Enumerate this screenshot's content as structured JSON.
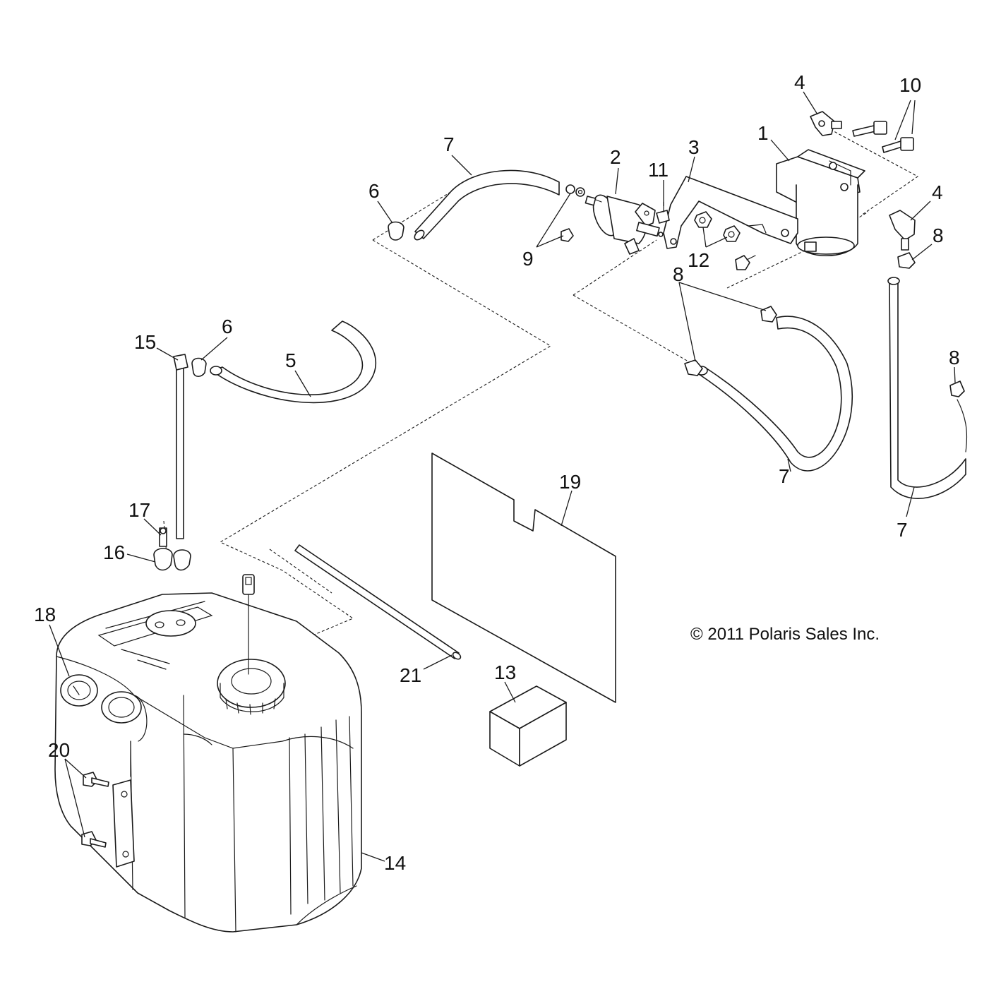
{
  "diagram": {
    "copyright": "© 2011 Polaris Sales Inc.",
    "callouts": {
      "c1": "1",
      "c2": "2",
      "c3": "3",
      "c4a": "4",
      "c4b": "4",
      "c5": "5",
      "c6a": "6",
      "c6b": "6",
      "c7a": "7",
      "c7b": "7",
      "c7c": "7",
      "c8a": "8",
      "c8b": "8",
      "c8c": "8",
      "c9": "9",
      "c10": "10",
      "c11": "11",
      "c12": "12",
      "c13": "13",
      "c14": "14",
      "c15": "15",
      "c16": "16",
      "c17": "17",
      "c18": "18",
      "c19": "19",
      "c20": "20",
      "c21": "21"
    }
  }
}
